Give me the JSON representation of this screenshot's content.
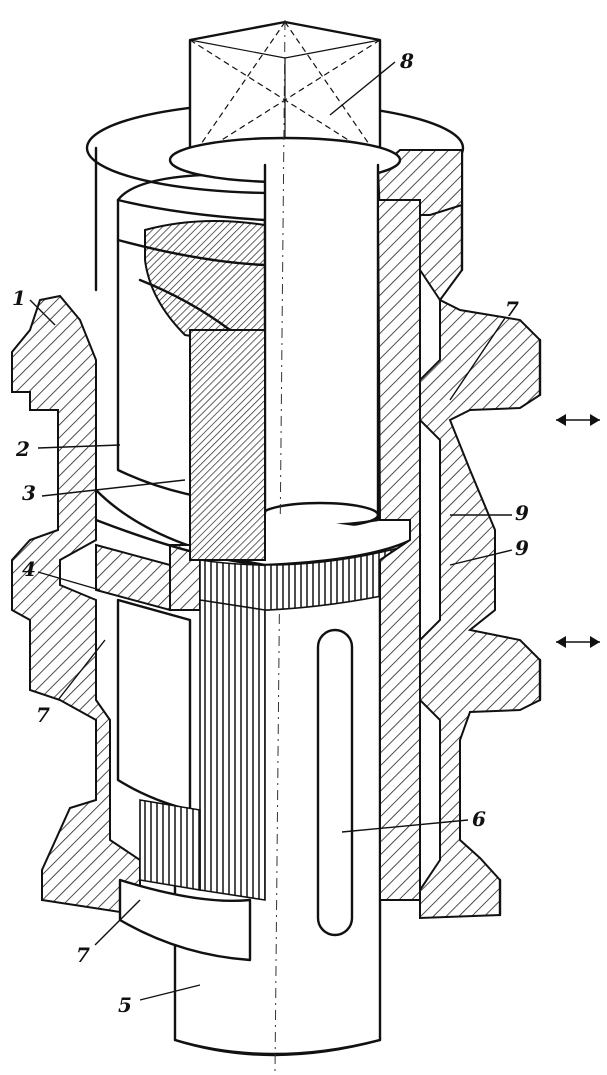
{
  "labels": {
    "l1": "1",
    "l2": "2",
    "l3": "3",
    "l4": "4",
    "l5": "5",
    "l6": "6",
    "l7a": "7",
    "l7b": "7",
    "l7c": "7",
    "l8": "8",
    "l9a": "9",
    "l9b": "9"
  },
  "arrows": {
    "upper": "←→",
    "lower": "←→"
  },
  "colors": {
    "ink": "#111111",
    "paper": "#ffffff"
  }
}
